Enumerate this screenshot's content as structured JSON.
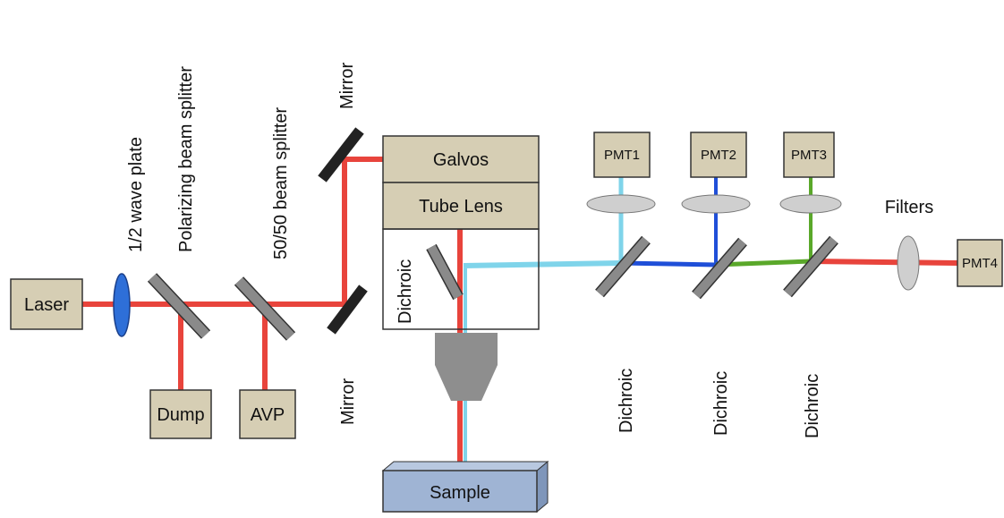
{
  "components": {
    "laser": "Laser",
    "dump": "Dump",
    "avp": "AVP",
    "galvos": "Galvos",
    "tube_lens": "Tube Lens",
    "sample": "Sample",
    "pmt1": "PMT1",
    "pmt2": "PMT2",
    "pmt3": "PMT3",
    "pmt4": "PMT4"
  },
  "labels": {
    "wave_plate": "1/2 wave plate",
    "polarizing_bs": "Polarizing beam splitter",
    "bs_5050": "50/50 beam splitter",
    "mirror_top": "Mirror",
    "mirror_bottom": "Mirror",
    "dichroic_main": "Dichroic",
    "dichroic_1": "Dichroic",
    "dichroic_2": "Dichroic",
    "dichroic_3": "Dichroic",
    "filters": "Filters"
  },
  "colors": {
    "laser_beam": "#e8443c",
    "cyan_beam": "#7fd4ea",
    "blue_beam": "#1f4fd8",
    "green_beam": "#5aa82a",
    "component_box": "#d6ceb4",
    "sample_box": "#9fb4d4",
    "wave_plate": "#2e6fd8",
    "optic_gray": "#8a8a8a"
  }
}
